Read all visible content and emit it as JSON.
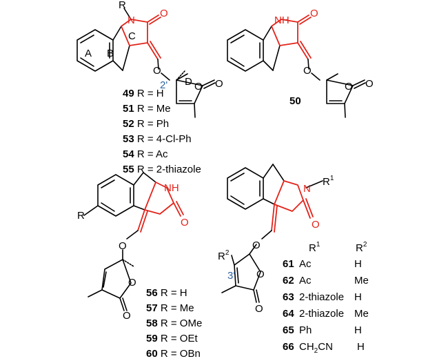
{
  "colors": {
    "core": "#e2231a",
    "stereo_label": "#2f64a4",
    "bond": "#000000"
  },
  "atoms": {
    "N": "N",
    "O": "O",
    "NH": "NH",
    "R": "R"
  },
  "ring_labels": {
    "A": "A",
    "B": "B",
    "C": "C",
    "D": "D"
  },
  "position_labels": {
    "p2": "2'",
    "p3": "3'"
  },
  "substituents": {
    "R1": "R",
    "R1_sup": "1",
    "R2": "R",
    "R2_sup": "2"
  },
  "compound50": "50",
  "series1": [
    {
      "num": "49",
      "text": " R = H"
    },
    {
      "num": "51",
      "text": " R = Me"
    },
    {
      "num": "52",
      "text": " R = Ph"
    },
    {
      "num": "53",
      "text": " R = 4-Cl-Ph"
    },
    {
      "num": "54",
      "text": " R = Ac"
    },
    {
      "num": "55",
      "text": " R = 2-thiazole"
    }
  ],
  "series2": [
    {
      "num": "56",
      "text": " R = H"
    },
    {
      "num": "57",
      "text": " R = Me"
    },
    {
      "num": "58",
      "text": " R = OMe"
    },
    {
      "num": "59",
      "text": " R = OEt"
    },
    {
      "num": "60",
      "text": " R = OBn"
    }
  ],
  "table": {
    "header_r1": "R",
    "header_r1_sup": "1",
    "header_r2": "R",
    "header_r2_sup": "2",
    "rows": [
      {
        "num": "61",
        "r1": "Ac",
        "r2": "H"
      },
      {
        "num": "62",
        "r1": "Ac",
        "r2": "Me"
      },
      {
        "num": "63",
        "r1": "2-thiazole",
        "r2": "H"
      },
      {
        "num": "64",
        "r1": "2-thiazole",
        "r2": "Me"
      },
      {
        "num": "65",
        "r1": "Ph",
        "r2": "H"
      },
      {
        "num": "66",
        "r1_main": "CH",
        "r1_sub": "2",
        "r1_tail": "CN",
        "r2": "H"
      }
    ]
  }
}
